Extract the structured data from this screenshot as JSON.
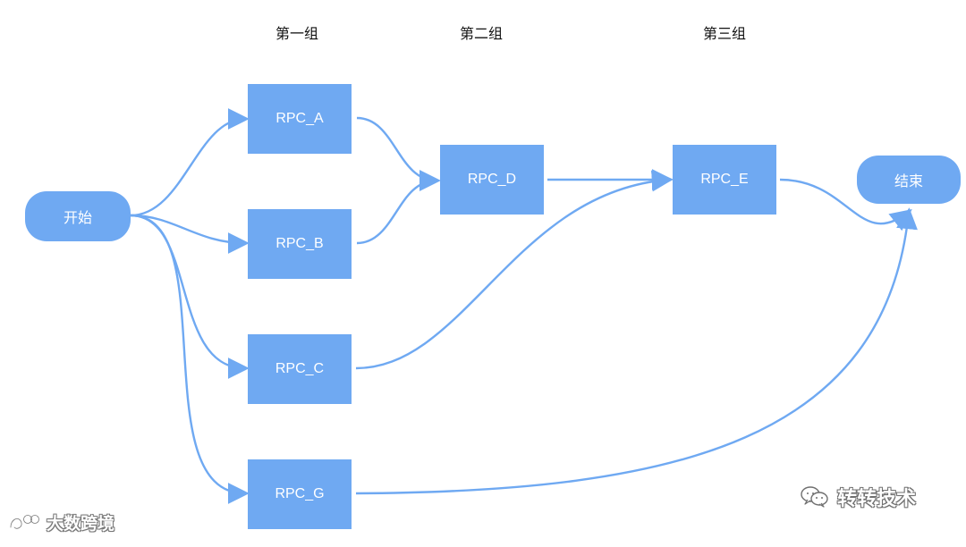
{
  "group_labels": {
    "group1": "第一组",
    "group2": "第二组",
    "group3": "第三组"
  },
  "nodes": {
    "start": "开始",
    "rpc_a": "RPC_A",
    "rpc_b": "RPC_B",
    "rpc_c": "RPC_C",
    "rpc_g": "RPC_G",
    "rpc_d": "RPC_D",
    "rpc_e": "RPC_E",
    "end": "结束"
  },
  "watermarks": {
    "left_text": "大数跨境",
    "left_icon": "brand-logo-icon",
    "right_text": "转转技术",
    "right_icon": "wechat-icon"
  },
  "colors": {
    "node_fill": "#6fa9f2",
    "edge": "#6fa9f2",
    "label": "#111111",
    "background": "#ffffff"
  }
}
